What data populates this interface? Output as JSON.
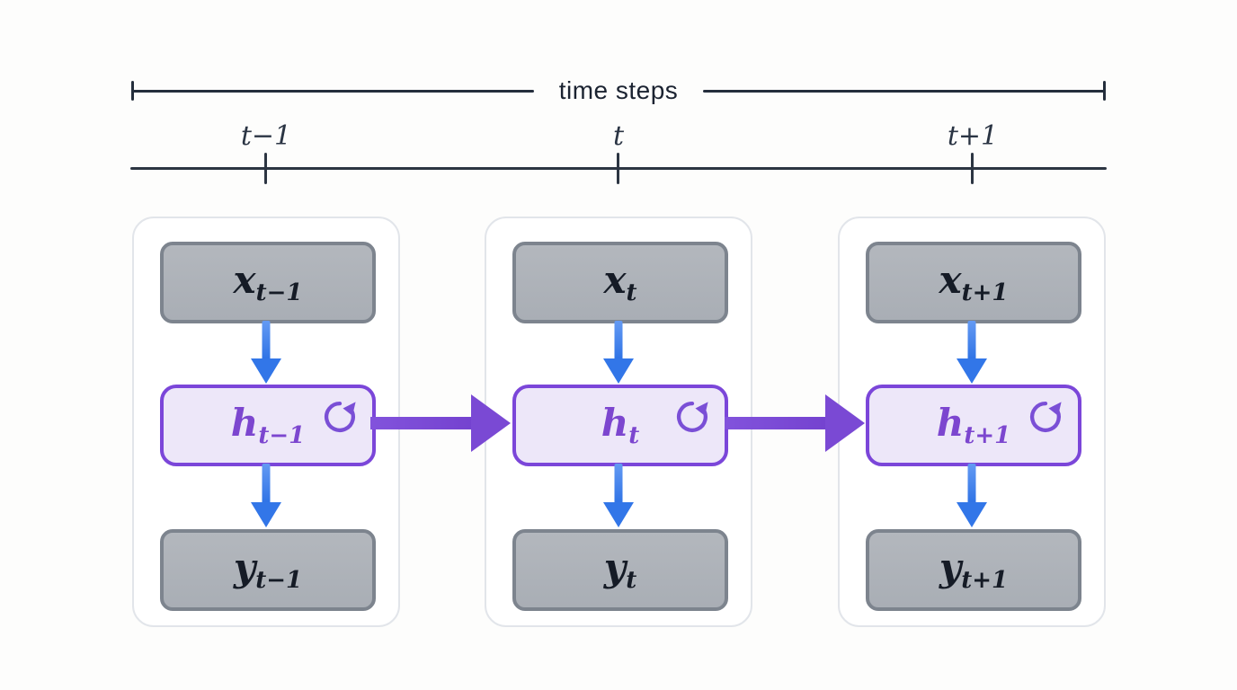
{
  "title": "time steps",
  "timeline": {
    "tick_labels": [
      "t−1",
      "t",
      "t+1"
    ]
  },
  "columns": [
    {
      "id": "t-1",
      "input_label": {
        "base": "x",
        "sub": "t−1"
      },
      "hidden_label": {
        "base": "h",
        "sub": "t−1"
      },
      "output_label": {
        "base": "y",
        "sub": "t−1"
      }
    },
    {
      "id": "t",
      "input_label": {
        "base": "x",
        "sub": "t"
      },
      "hidden_label": {
        "base": "h",
        "sub": "t"
      },
      "output_label": {
        "base": "y",
        "sub": "t"
      }
    },
    {
      "id": "t+1",
      "input_label": {
        "base": "x",
        "sub": "t+1"
      },
      "hidden_label": {
        "base": "h",
        "sub": "t+1"
      },
      "output_label": {
        "base": "y",
        "sub": "t+1"
      }
    }
  ],
  "icons": {
    "recurrent_loop": "clockwise-loop-arrow"
  },
  "colors": {
    "line_dark": "#28323f",
    "label_dark": "#151b26",
    "node_gray_fill": "#aeb3ba",
    "node_gray_border": "#7d848e",
    "hidden_fill": "#ede7f9",
    "hidden_border": "#7b46d9",
    "hidden_text": "#7c46cf",
    "arrow_blue": "#3579e8",
    "arrow_purple": "#7a49d4",
    "cell_border": "#e2e5ea",
    "background": "#fdfdfc"
  }
}
